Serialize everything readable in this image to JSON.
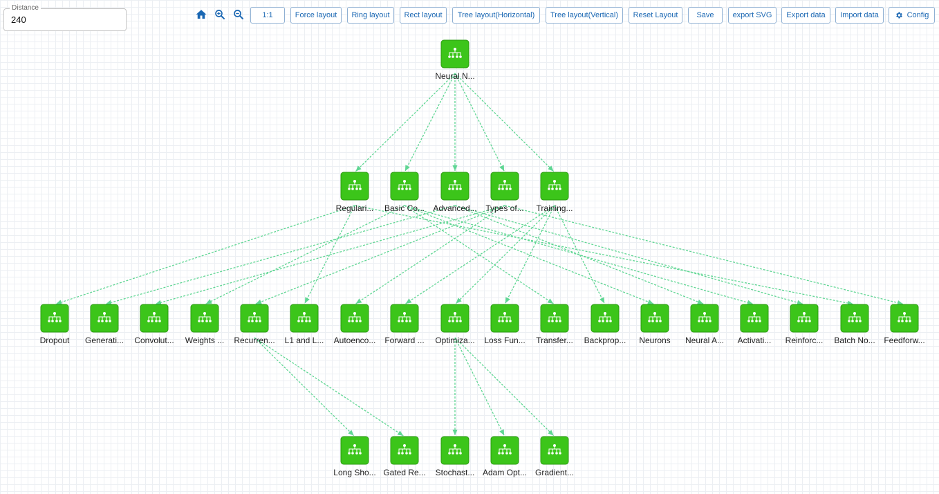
{
  "distance": {
    "label": "Distance",
    "value": "240"
  },
  "toolbar": {
    "icons": [
      "home-icon",
      "zoom-in-icon",
      "zoom-out-icon"
    ],
    "buttons": {
      "one_to_one": "1:1",
      "force_layout": "Force layout",
      "ring_layout": "Ring layout",
      "rect_layout": "Rect layout",
      "tree_horizontal": "Tree layout(Horizontal)",
      "tree_vertical": "Tree layout(Vertical)",
      "reset_layout": "Reset Layout",
      "save": "Save",
      "export_svg": "export SVG",
      "export_data": "Export data",
      "import_data": "Import data",
      "config": "Config"
    }
  },
  "colors": {
    "node_fill": "#3cc51a",
    "node_border": "#2a9a10",
    "edge": "#5fd693",
    "accent": "#1a67b3"
  },
  "graph": {
    "nodes": [
      {
        "id": "root",
        "label": "Neural N..."
      },
      {
        "id": "reg",
        "label": "Regulari..."
      },
      {
        "id": "basic",
        "label": "Basic Co..."
      },
      {
        "id": "adv",
        "label": "Advanced..."
      },
      {
        "id": "types",
        "label": "Types of..."
      },
      {
        "id": "train",
        "label": "Training..."
      },
      {
        "id": "dropout",
        "label": "Dropout"
      },
      {
        "id": "generati",
        "label": "Generati..."
      },
      {
        "id": "convolut",
        "label": "Convolut..."
      },
      {
        "id": "weights",
        "label": "Weights ..."
      },
      {
        "id": "recurren",
        "label": "Recurren..."
      },
      {
        "id": "l1l2",
        "label": "L1 and L..."
      },
      {
        "id": "autoenco",
        "label": "Autoenco..."
      },
      {
        "id": "forward",
        "label": "Forward ..."
      },
      {
        "id": "optimiza",
        "label": "Optimiza..."
      },
      {
        "id": "lossfun",
        "label": "Loss Fun..."
      },
      {
        "id": "transfer",
        "label": "Transfer..."
      },
      {
        "id": "backprop",
        "label": "Backprop..."
      },
      {
        "id": "neurons",
        "label": "Neurons"
      },
      {
        "id": "neurala",
        "label": "Neural A..."
      },
      {
        "id": "activati",
        "label": "Activati..."
      },
      {
        "id": "reinforc",
        "label": "Reinforc..."
      },
      {
        "id": "batchno",
        "label": "Batch No..."
      },
      {
        "id": "feedforw",
        "label": "Feedforw..."
      },
      {
        "id": "longsho",
        "label": "Long Sho..."
      },
      {
        "id": "gatedre",
        "label": "Gated Re..."
      },
      {
        "id": "stochast",
        "label": "Stochast..."
      },
      {
        "id": "adamopt",
        "label": "Adam Opt..."
      },
      {
        "id": "gradient",
        "label": "Gradient..."
      }
    ],
    "edges": [
      [
        "root",
        "reg"
      ],
      [
        "root",
        "basic"
      ],
      [
        "root",
        "adv"
      ],
      [
        "root",
        "types"
      ],
      [
        "root",
        "train"
      ],
      [
        "reg",
        "dropout"
      ],
      [
        "reg",
        "l1l2"
      ],
      [
        "reg",
        "batchno"
      ],
      [
        "basic",
        "weights"
      ],
      [
        "basic",
        "neurons"
      ],
      [
        "basic",
        "activati"
      ],
      [
        "basic",
        "transfer"
      ],
      [
        "adv",
        "generati"
      ],
      [
        "adv",
        "reinforc"
      ],
      [
        "adv",
        "neurala"
      ],
      [
        "types",
        "convolut"
      ],
      [
        "types",
        "recurren"
      ],
      [
        "types",
        "autoenco"
      ],
      [
        "types",
        "feedforw"
      ],
      [
        "train",
        "forward"
      ],
      [
        "train",
        "optimiza"
      ],
      [
        "train",
        "lossfun"
      ],
      [
        "train",
        "backprop"
      ],
      [
        "recurren",
        "longsho"
      ],
      [
        "recurren",
        "gatedre"
      ],
      [
        "optimiza",
        "stochast"
      ],
      [
        "optimiza",
        "adamopt"
      ],
      [
        "optimiza",
        "gradient"
      ]
    ]
  }
}
